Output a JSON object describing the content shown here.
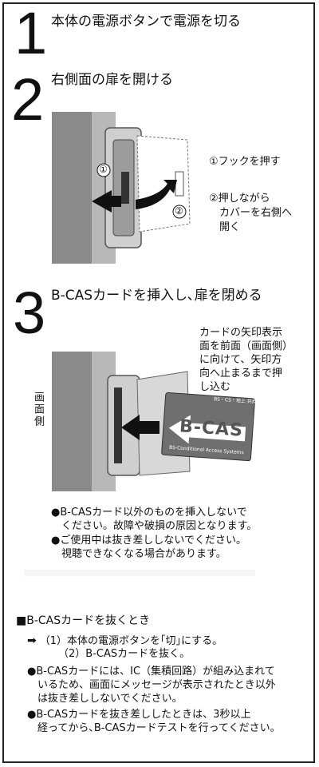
{
  "steps": [
    {
      "num": "1",
      "title": "本体の電源ボタンで電源を切る"
    },
    {
      "num": "2",
      "title": "右側面の扉を開ける"
    },
    {
      "num": "3",
      "title": "B-CASカードを挿入し､扉を閉める"
    }
  ],
  "step2": {
    "callout1": "①フックを押す",
    "callout2_lines": [
      "②押しながら",
      "　カバーを右側へ",
      "　開く"
    ],
    "marker1": "①",
    "marker2": "②"
  },
  "step3": {
    "instruction_lines": [
      "カードの矢印表示",
      "面を前面（画面側）",
      "に向けて、矢印方",
      "向へ止まるまで押",
      "し込む"
    ],
    "side_label": "画面側",
    "card": {
      "logo": "B-CAS",
      "top_text": "BS・CS・地上 共用",
      "bottom_text": "BS-Conditional Access Systems"
    },
    "notes": [
      "●B-CASカード以外のものを挿入しないで",
      "　ください。故障や破損の原因となります。",
      "●ご使用中は抜き差ししないでください。",
      "　視聴できなくなる場合があります。"
    ]
  },
  "removal": {
    "heading": "■B-CASカードを抜くとき",
    "step1": "（1）本体の電源ボタンを｢切｣にする。",
    "step2": "（2）B-CASカードを抜く。",
    "notes": [
      "●B-CASカードには、IC（集積回路）が組み込まれて",
      "　いるため、画面にメッセージが表示されたとき以外",
      "　は抜き差ししないでください。",
      "●B-CASカードを抜き差ししたときは、3秒以上",
      "　経ってから､B-CASカードテストを行ってください。"
    ]
  }
}
